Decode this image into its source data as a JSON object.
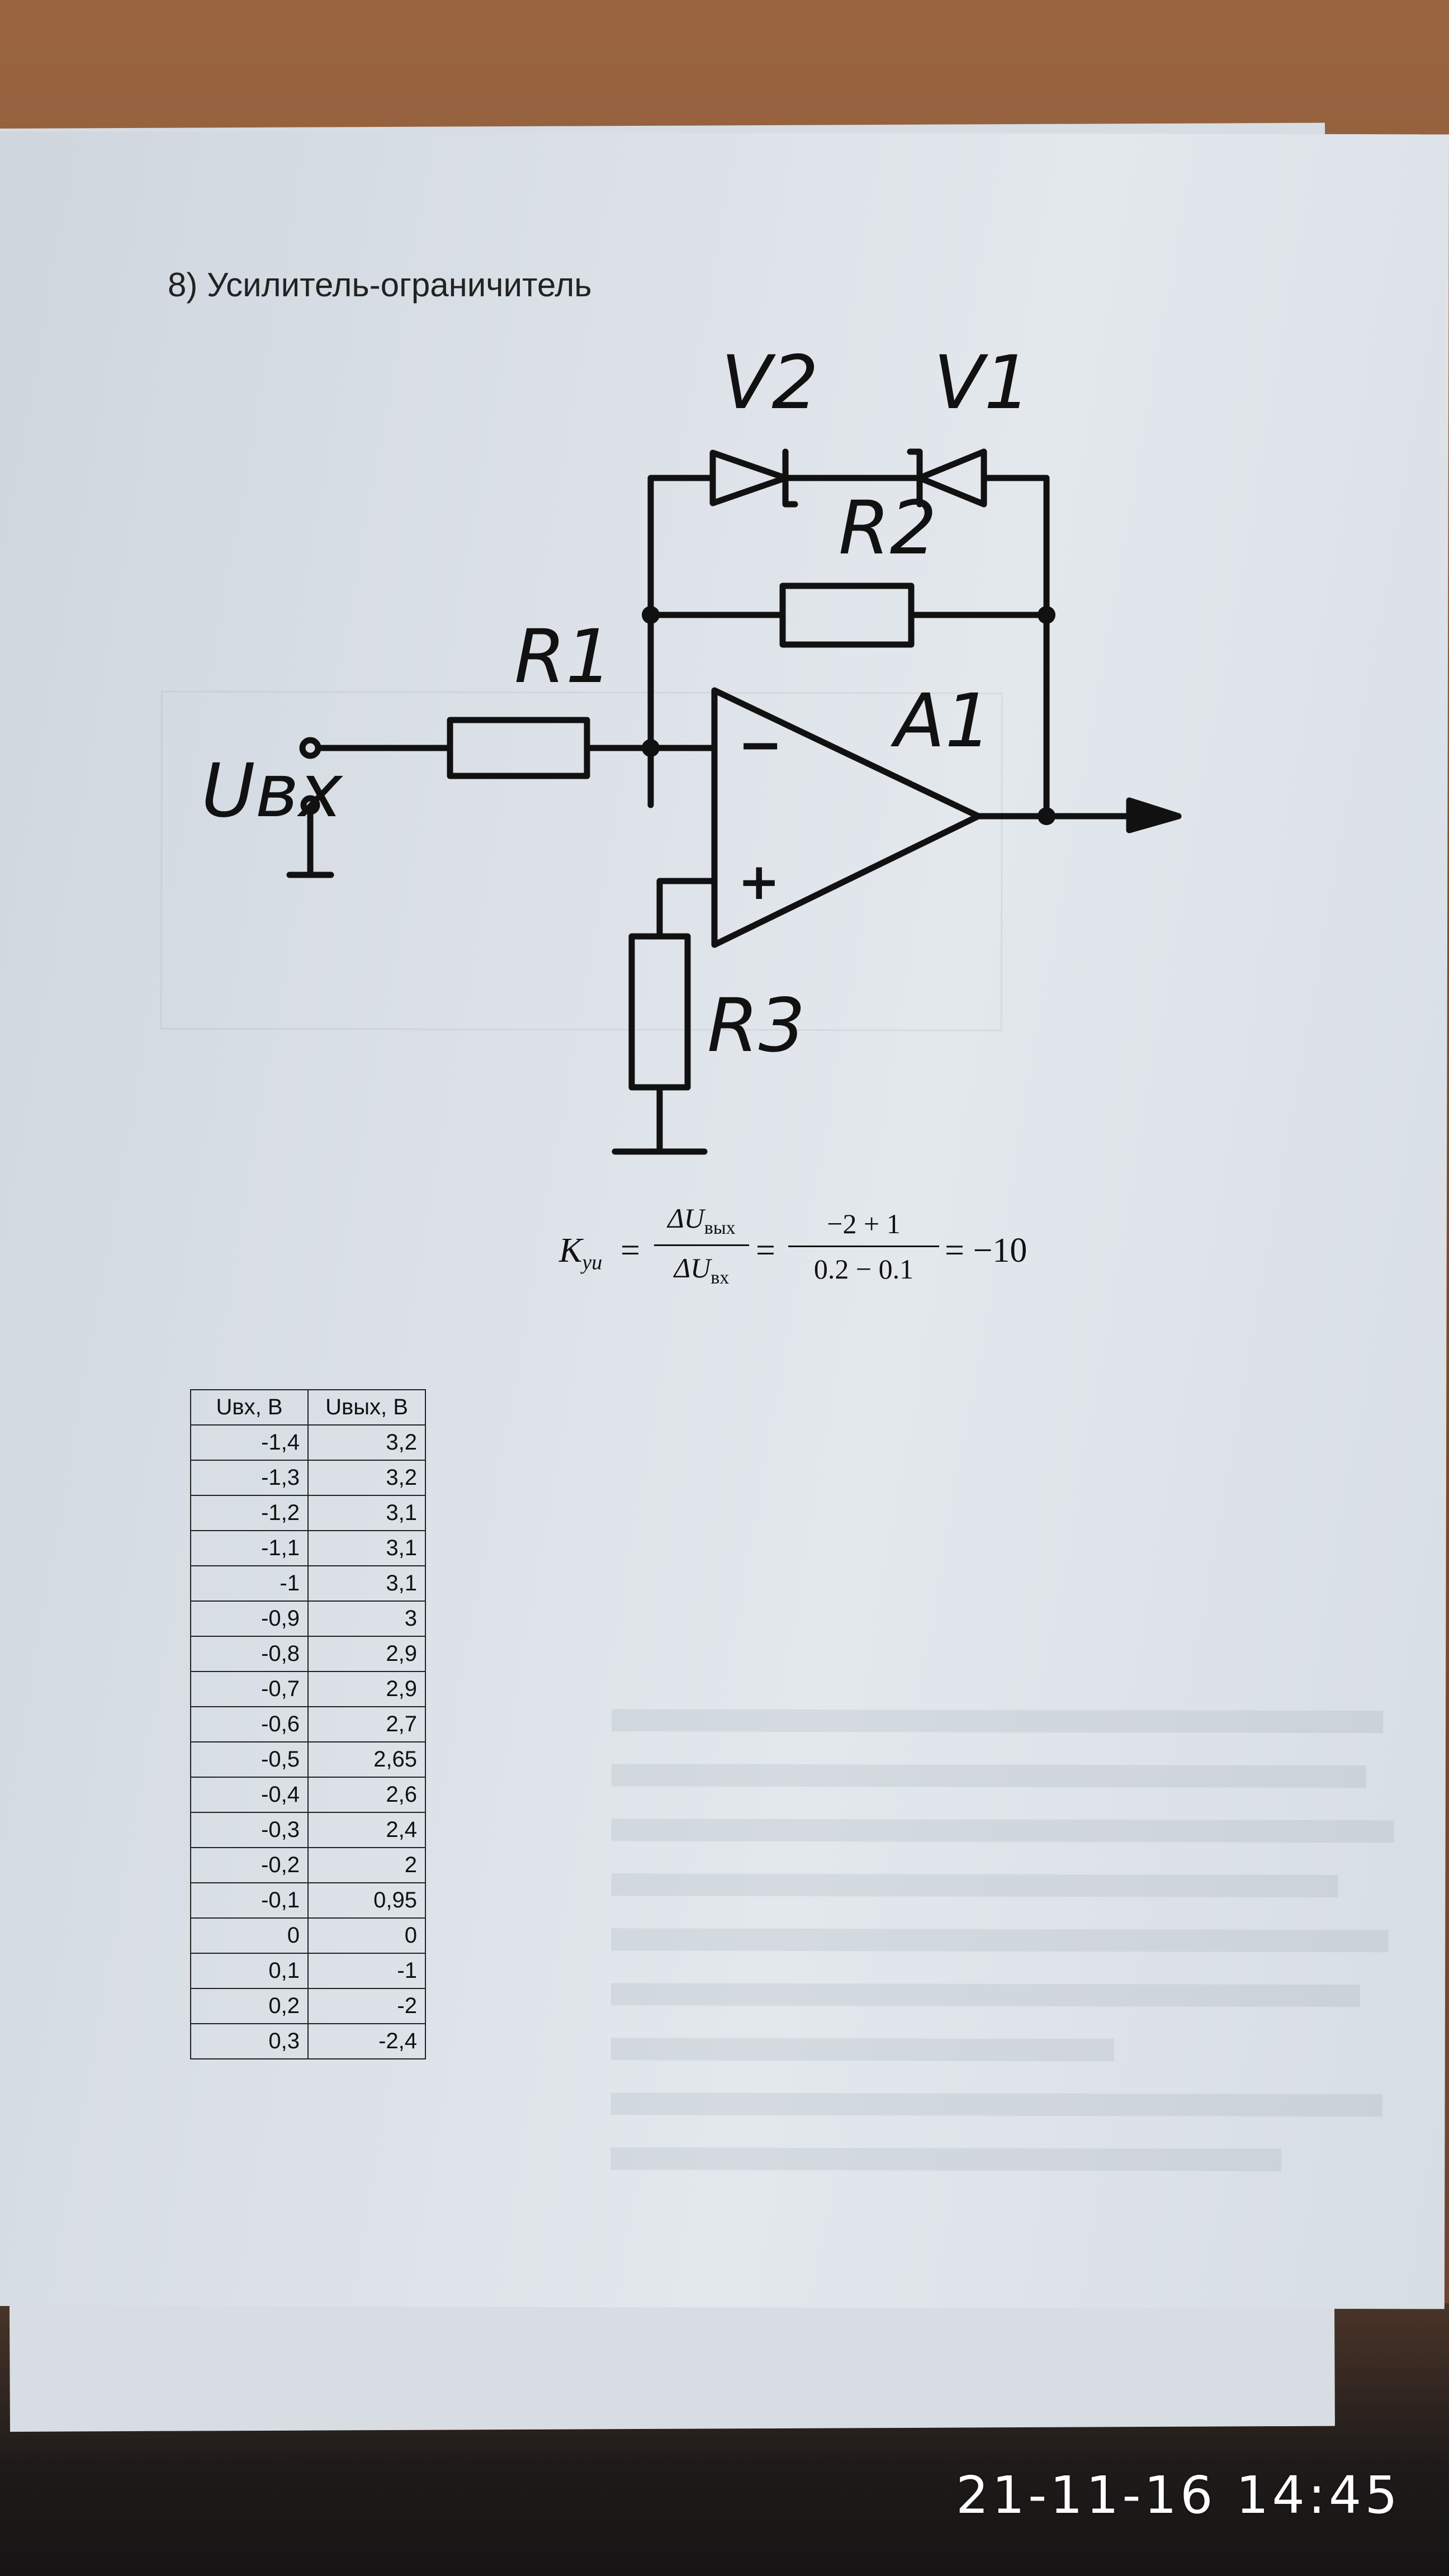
{
  "heading": "8) Усилитель-ограничитель",
  "circuit": {
    "label_v2": "V2",
    "label_v1": "V1",
    "label_r2": "R2",
    "label_r1": "R1",
    "label_a1": "A1",
    "label_input": "Uвх",
    "label_r3": "R3",
    "minus": "−",
    "plus": "+"
  },
  "formula": {
    "lhs_main": "K",
    "lhs_sub": "уи",
    "eq": "=",
    "frac1_num": "ΔU",
    "frac1_num_sub": "вых",
    "frac1_den": "ΔU",
    "frac1_den_sub": "вх",
    "frac2_num": "−2 + 1",
    "frac2_den": "0.2 − 0.1",
    "result": "= −10"
  },
  "table": {
    "headers": [
      "Uвх, В",
      "Uвых, В"
    ],
    "rows": [
      [
        "-1,4",
        "3,2"
      ],
      [
        "-1,3",
        "3,2"
      ],
      [
        "-1,2",
        "3,1"
      ],
      [
        "-1,1",
        "3,1"
      ],
      [
        "-1",
        "3,1"
      ],
      [
        "-0,9",
        "3"
      ],
      [
        "-0,8",
        "2,9"
      ],
      [
        "-0,7",
        "2,9"
      ],
      [
        "-0,6",
        "2,7"
      ],
      [
        "-0,5",
        "2,65"
      ],
      [
        "-0,4",
        "2,6"
      ],
      [
        "-0,3",
        "2,4"
      ],
      [
        "-0,2",
        "2"
      ],
      [
        "-0,1",
        "0,95"
      ],
      [
        "0",
        "0"
      ],
      [
        "0,1",
        "-1"
      ],
      [
        "0,2",
        "-2"
      ],
      [
        "0,3",
        "-2,4"
      ]
    ]
  },
  "timestamp": "21-11-16 14:45",
  "colors": {
    "paper": "#dde2e8",
    "ink": "#111111",
    "table_wood": "#8a5a38",
    "stamp": "#ffffff"
  }
}
